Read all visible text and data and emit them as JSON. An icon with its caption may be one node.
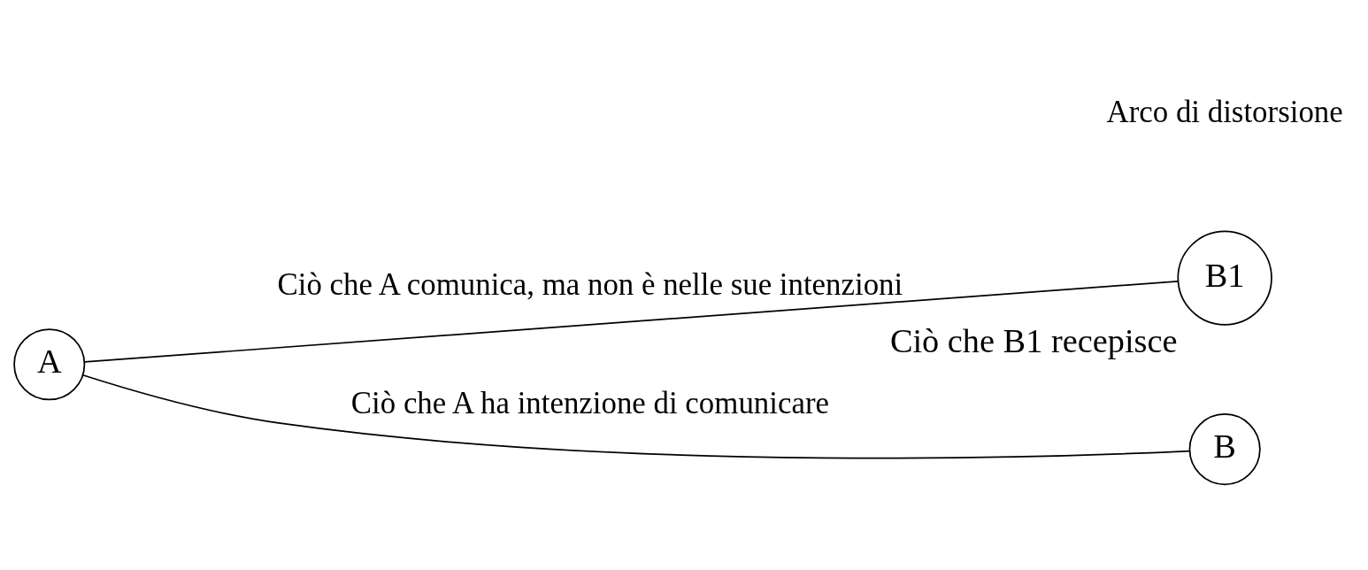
{
  "diagram": {
    "nodes": [
      {
        "text": [
          "B1"
        ],
        "beside": [
          "Ciò che B1 recepisce"
        ]
      },
      {
        "text": [
          "A"
        ]
      },
      {
        "text": [
          "B"
        ]
      }
    ],
    "edges": [
      {
        "from": 1,
        "to": 0,
        "arrow": "none",
        "label": "Ciò che A comunica, ma non è nelle sue intenzioni"
      },
      {
        "from": 1,
        "to": 2,
        "arrow": "none",
        "label": "Ciò che A ha intenzione di comunicare"
      }
    ],
    "labels": [
      "Arco di distorsione"
    ]
  }
}
